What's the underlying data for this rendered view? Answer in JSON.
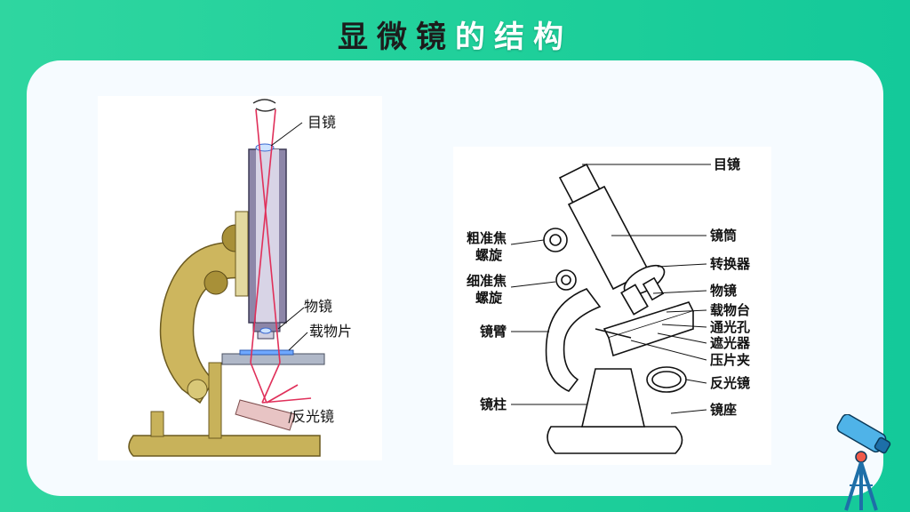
{
  "title_part1": "显微镜",
  "title_part2": "的结构",
  "figure1": {
    "labels": {
      "eyepiece": "目镜",
      "objective": "物镜",
      "slide": "载物片",
      "mirror": "反光镜"
    }
  },
  "figure2": {
    "labels": {
      "eyepiece": "目镜",
      "tube": "镜筒",
      "coarse1": "粗准焦",
      "coarse2": "螺旋",
      "converter": "转换器",
      "fine1": "细准焦",
      "fine2": "螺旋",
      "objective": "物镜",
      "stage": "载物台",
      "aperture": "通光孔",
      "arm": "镜臂",
      "diaphragm": "遮光器",
      "clip": "压片夹",
      "mirror": "反光镜",
      "pillar": "镜柱",
      "base": "镜座"
    }
  },
  "colors": {
    "background": "#1ecf9a",
    "panel": "#f6fbff",
    "arm": "#c8b25a",
    "ray": "#e0305a"
  }
}
